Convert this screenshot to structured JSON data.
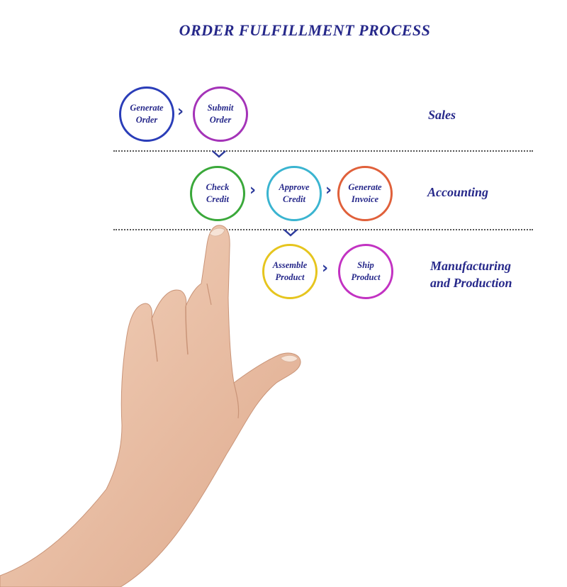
{
  "title": "ORDER FULFILLMENT PROCESS",
  "lanes": [
    {
      "name": "Sales"
    },
    {
      "name": "Accounting"
    },
    {
      "name": "Manufacturing\nand Production"
    }
  ],
  "steps": [
    {
      "label": "Generate\nOrder",
      "color": "#2a3db8"
    },
    {
      "label": "Submit\nOrder",
      "color": "#a433b8"
    },
    {
      "label": "Check\nCredit",
      "color": "#3aa83a"
    },
    {
      "label": "Approve\nCredit",
      "color": "#3ab4d0"
    },
    {
      "label": "Generate\nInvoice",
      "color": "#e0603a"
    },
    {
      "label": "Assemble\nProduct",
      "color": "#e6c51e"
    },
    {
      "label": "Ship\nProduct",
      "color": "#c232c2"
    }
  ],
  "colors": {
    "text": "#26288a",
    "arrow": "#2c3a9c",
    "divider": "#555555"
  }
}
